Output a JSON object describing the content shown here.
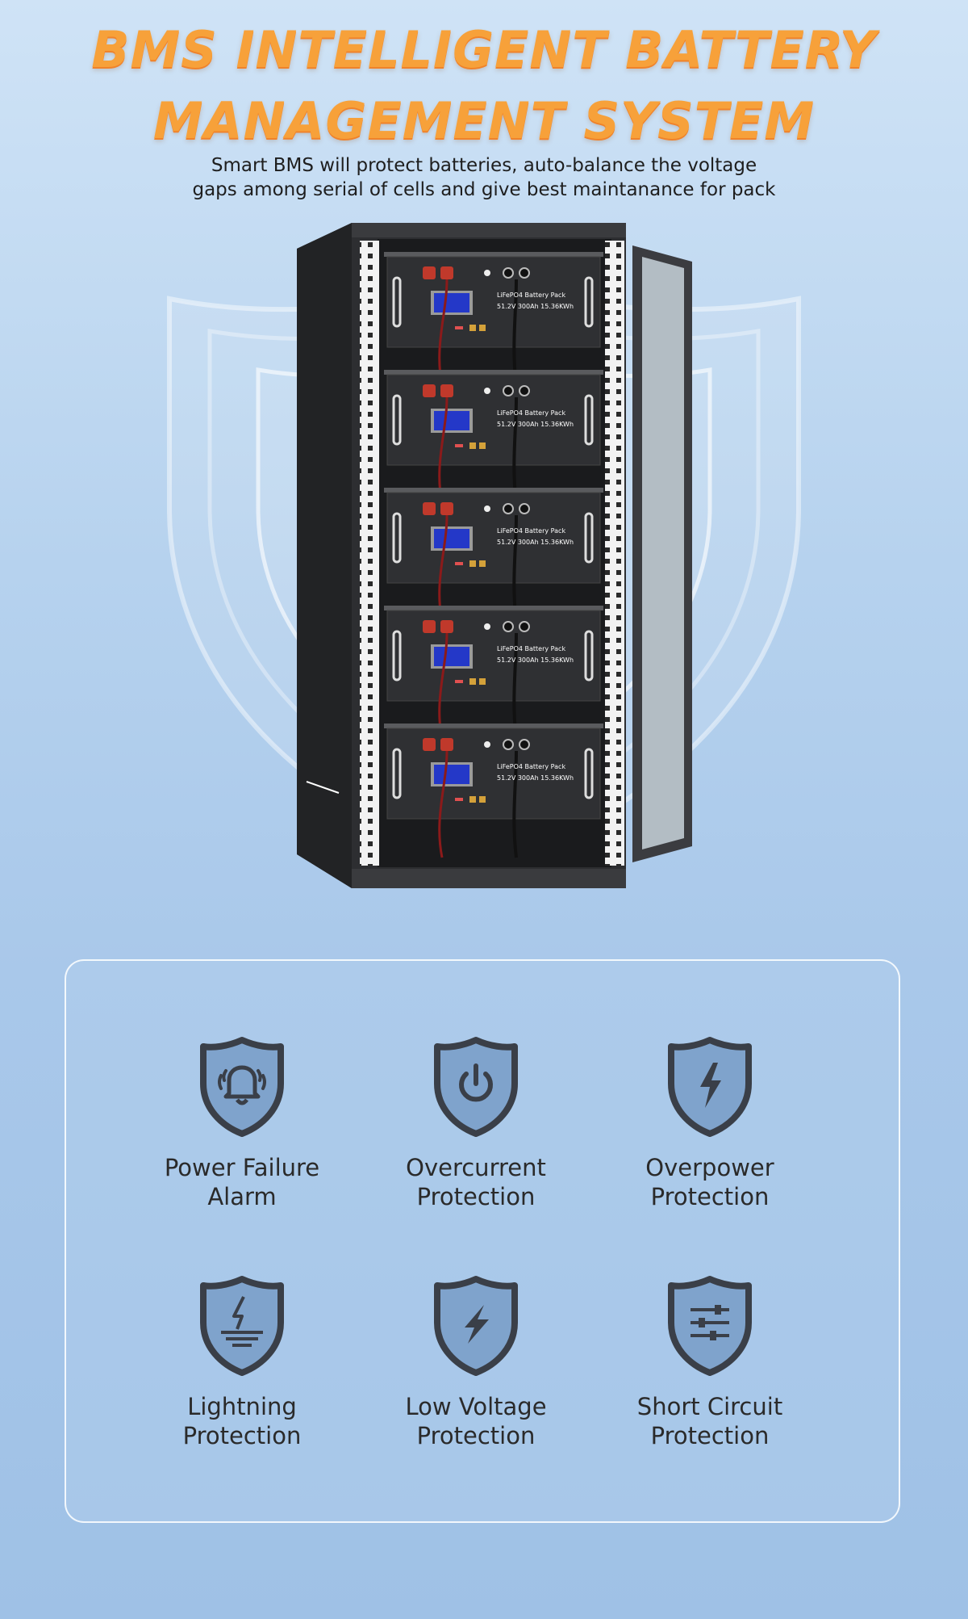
{
  "headline": {
    "line1": "BMS INTELLIGENT BATTERY",
    "line2": "MANAGEMENT SYSTEM"
  },
  "subtitle": {
    "line1": "Smart BMS will protect batteries, auto-balance the voltage",
    "line2": "gaps among serial of cells and give best maintanance for pack"
  },
  "rack": {
    "module_label": "LiFePO4 Battery Pack",
    "module_spec": "51.2V 300Ah 15.36KWh"
  },
  "features": [
    {
      "line1": "Power Failure",
      "line2": "Alarm",
      "icon": "alarm-bell-icon"
    },
    {
      "line1": "Overcurrent",
      "line2": "Protection",
      "icon": "power-icon"
    },
    {
      "line1": "Overpower",
      "line2": "Protection",
      "icon": "lightning-bolt-icon"
    },
    {
      "line1": "Lightning",
      "line2": "Protection",
      "icon": "lightning-ground-icon"
    },
    {
      "line1": "Low Voltage",
      "line2": "Protection",
      "icon": "low-voltage-bolt-icon"
    },
    {
      "line1": "Short Circuit",
      "line2": "Protection",
      "icon": "sliders-icon"
    }
  ],
  "colors": {
    "headline": "#f7a13a",
    "icon_stroke": "#3a3f48",
    "icon_fill": "#7fa3cc"
  }
}
